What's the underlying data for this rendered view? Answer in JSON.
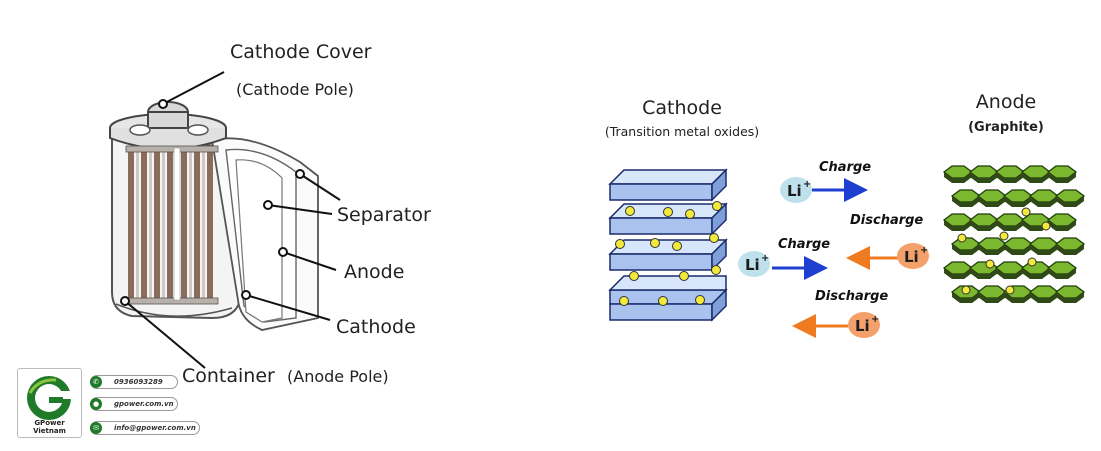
{
  "battery": {
    "cathode_cover": "Cathode Cover",
    "cathode_pole": "(Cathode Pole)",
    "separator": "Separator",
    "anode": "Anode",
    "cathode": "Cathode",
    "container": "Container",
    "anode_pole": "(Anode Pole)"
  },
  "mechanism": {
    "cathode_title": "Cathode",
    "cathode_subtitle": "(Transition metal oxides)",
    "anode_title": "Anode",
    "anode_subtitle": "(Graphite)",
    "ion_label": "Li",
    "ion_sup": "+",
    "charge_label": "Charge",
    "discharge_label": "Discharge"
  },
  "branding": {
    "company": "GPower Vietnam",
    "phone": "0936093289",
    "website": "gpower.com.vn",
    "email": "info@gpower.com.vn"
  },
  "colors": {
    "plate_fill": "#a9c3ee",
    "plate_top": "#d8e6fb",
    "ion_dot": "#f1ea3c",
    "graphite": "#7cb82f",
    "charge_arrow": "#1f3fd1",
    "discharge_arrow": "#f07a20",
    "li_blue": "#bfe1ec",
    "li_orange": "#f4a06b",
    "brand_green": "#1f7a2a"
  }
}
